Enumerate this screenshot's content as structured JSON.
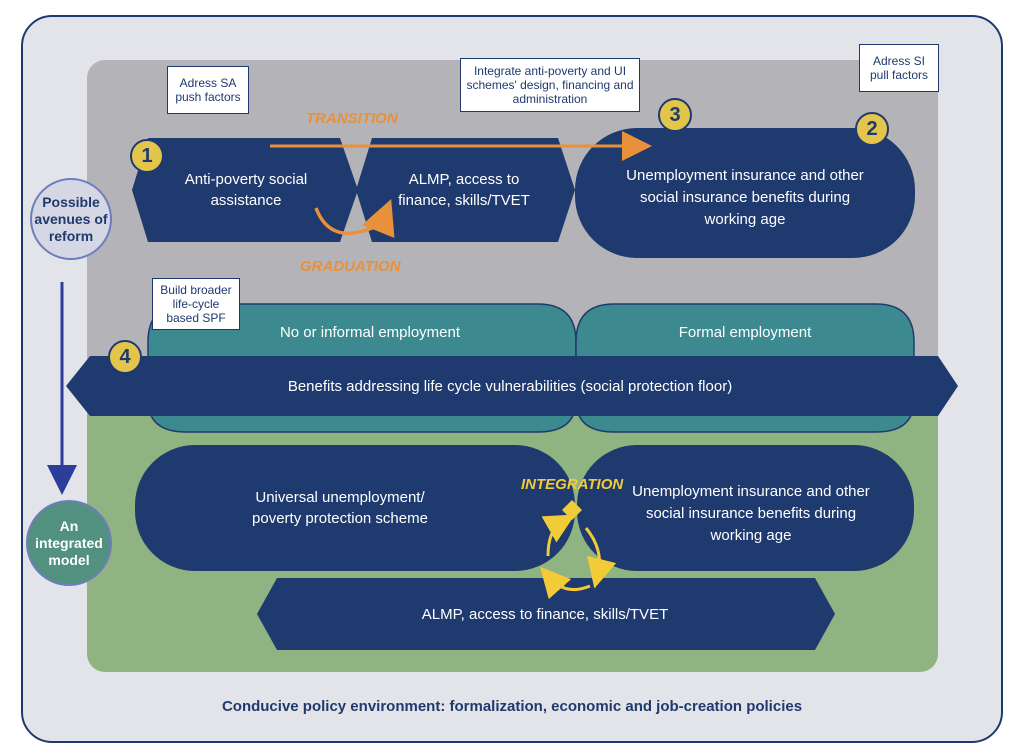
{
  "notes": {
    "push": "Adress SA push factors",
    "integrate": "Integrate anti-poverty and UI schemes' design, financing and administration",
    "pull": "Adress SI pull factors",
    "build": "Build broader life-cycle based SPF"
  },
  "badges": {
    "b1": "1",
    "b2": "2",
    "b3": "3",
    "b4": "4"
  },
  "side": {
    "avenues": "Possible avenues of reform",
    "integrated": "An integrated model"
  },
  "top": {
    "anti_poverty": "Anti-poverty social assistance",
    "almp": "ALMP, access to finance, skills/TVET",
    "unemployment": "Unemployment insurance and other social insurance benefits during working age",
    "transition": "TRANSITION",
    "graduation": "GRADUATION"
  },
  "middle": {
    "informal": "No or informal employment",
    "formal": "Formal employment",
    "floor": "Benefits addressing life cycle vulnerabilities (social protection floor)"
  },
  "bottom": {
    "universal": "Universal unemployment/ poverty protection scheme",
    "unemployment": "Unemployment insurance and other social insurance benefits during working age",
    "integration": "INTEGRATION",
    "almp": "ALMP, access to finance, skills/TVET"
  },
  "footer": "Conducive policy environment: formalization, economic and job-creation policies",
  "colors": {
    "navy": "#1f3a6e",
    "teal": "#3c8a8f",
    "grey_panel": "#b4b4b8",
    "green_panel": "#8fb481",
    "outer": "#e3e4e9",
    "orange": "#e8913a",
    "yellow": "#f2cb38"
  }
}
